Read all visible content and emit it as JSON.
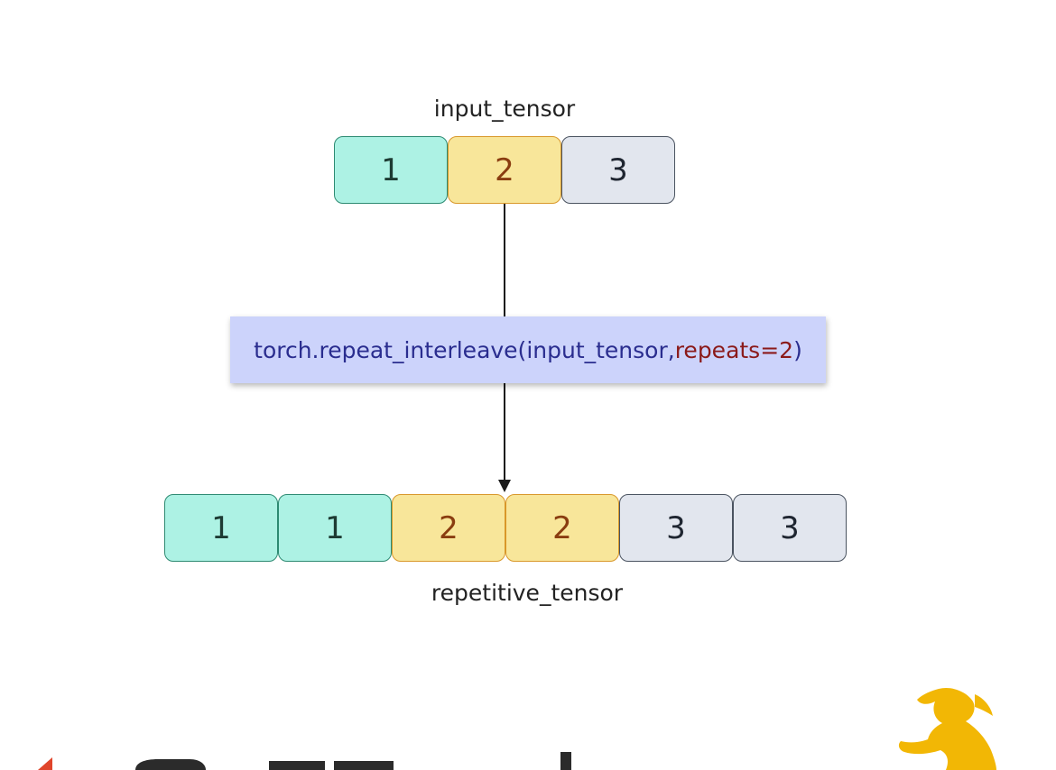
{
  "input": {
    "label": "input_tensor",
    "cells": [
      "1",
      "2",
      "3"
    ]
  },
  "operation": {
    "function_text": "torch.repeat_interleave(input_tensor, ",
    "argument_text": "repeats=2",
    "closing_text": ")"
  },
  "output": {
    "label": "repetitive_tensor",
    "cells": [
      "1",
      "1",
      "2",
      "2",
      "3",
      "3"
    ]
  },
  "colors": {
    "value_1_fill": "#adf2e4",
    "value_2_fill": "#f8e69a",
    "value_3_fill": "#e2e6ee",
    "operation_fill": "#ccd3fb",
    "function_text": "#2a2d8f",
    "argument_text": "#8b1a1a",
    "watermark_red": "#e0452b",
    "watermark_gold": "#f2b705"
  }
}
